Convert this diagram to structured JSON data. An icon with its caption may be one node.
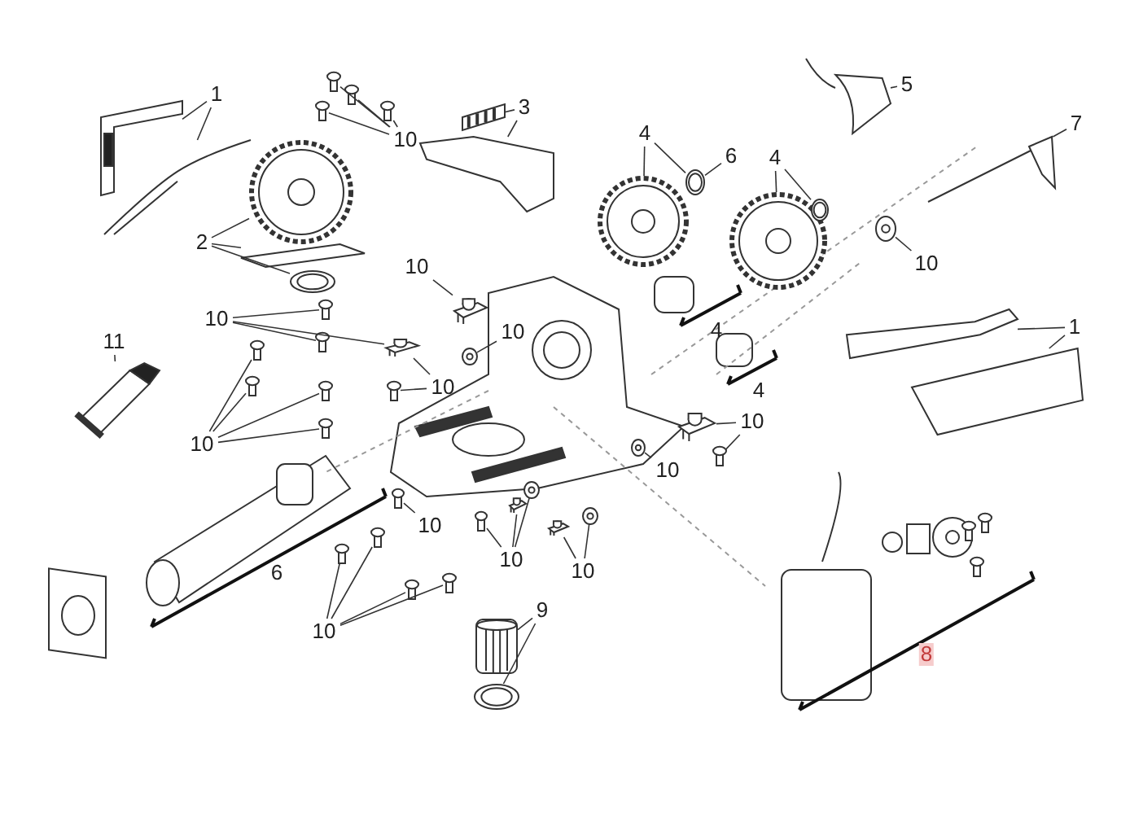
{
  "diagram": {
    "nodes": [
      {
        "text": [
          "1"
        ]
      },
      {
        "text": [
          "10"
        ]
      },
      {
        "text": [
          "3"
        ]
      },
      {
        "text": [
          "5"
        ]
      },
      {
        "text": [
          "7"
        ]
      },
      {
        "text": [
          "4"
        ]
      },
      {
        "text": [
          "6"
        ]
      },
      {
        "text": [
          "4"
        ]
      },
      {
        "text": [
          "2"
        ]
      },
      {
        "text": [
          "10"
        ]
      },
      {
        "text": [
          "10"
        ]
      },
      {
        "text": [
          "1"
        ]
      },
      {
        "text": [
          "10"
        ]
      },
      {
        "text": [
          "11"
        ]
      },
      {
        "text": [
          "10"
        ]
      },
      {
        "text": [
          "10"
        ]
      },
      {
        "text": [
          "10"
        ]
      },
      {
        "text": [
          "10"
        ]
      },
      {
        "text": [
          "10"
        ]
      },
      {
        "text": [
          "10"
        ]
      },
      {
        "text": [
          "10"
        ]
      },
      {
        "text": [
          "10"
        ]
      },
      {
        "text": [
          "9"
        ]
      },
      {
        "text": [
          "10"
        ]
      },
      {
        "text": [],
        "shape": "picture"
      },
      {
        "text": [],
        "shape": "picture"
      },
      {
        "text": [],
        "shape": "picture"
      },
      {
        "text": [],
        "shape": "picture"
      },
      {
        "text": [],
        "shape": "picture"
      },
      {
        "text": [],
        "shape": "picture"
      },
      {
        "text": [],
        "shape": "picture"
      },
      {
        "text": [],
        "shape": "picture"
      },
      {
        "text": [],
        "shape": "picture"
      },
      {
        "text": [],
        "shape": "picture"
      },
      {
        "text": [],
        "shape": "picture"
      },
      {
        "text": [],
        "shape": "picture"
      },
      {
        "text": [],
        "shape": "picture"
      },
      {
        "text": [],
        "shape": "picture"
      },
      {
        "text": [],
        "shape": "picture"
      },
      {
        "text": [],
        "shape": "picture"
      },
      {
        "text": [],
        "shape": "picture"
      },
      {
        "text": [],
        "shape": "picture"
      },
      {
        "text": [],
        "shape": "picture"
      },
      {
        "text": [],
        "shape": "picture"
      },
      {
        "text": [],
        "shape": "picture"
      },
      {
        "text": [],
        "shape": "picture"
      },
      {
        "text": [],
        "shape": "picture"
      },
      {
        "text": [],
        "shape": "picture"
      },
      {
        "text": [],
        "shape": "picture"
      },
      {
        "text": [],
        "shape": "picture"
      },
      {
        "text": [],
        "shape": "picture"
      },
      {
        "text": [],
        "shape": "picture"
      },
      {
        "text": [],
        "shape": "picture"
      },
      {
        "text": [],
        "shape": "picture"
      },
      {
        "text": [],
        "shape": "picture"
      },
      {
        "text": [],
        "shape": "picture"
      },
      {
        "text": [],
        "shape": "picture"
      },
      {
        "text": [],
        "shape": "picture"
      },
      {
        "text": [],
        "shape": "picture"
      },
      {
        "text": [],
        "shape": "picture"
      },
      {
        "text": [],
        "shape": "picture"
      },
      {
        "text": [],
        "shape": "picture"
      },
      {
        "text": [],
        "shape": "picture"
      },
      {
        "text": [],
        "shape": "picture"
      },
      {
        "text": [],
        "shape": "picture"
      },
      {
        "text": [],
        "shape": "picture"
      },
      {
        "text": [],
        "shape": "picture"
      },
      {
        "text": [],
        "shape": "picture"
      },
      {
        "text": [],
        "shape": "picture"
      },
      {
        "text": [],
        "shape": "picture"
      }
    ],
    "edges": [
      {
        "from": 0,
        "to": 24,
        "arrow": "none"
      },
      {
        "from": 0,
        "to": 25,
        "arrow": "none"
      },
      {
        "from": 1,
        "to": 26,
        "arrow": "none"
      },
      {
        "from": 1,
        "to": 27,
        "arrow": "none"
      },
      {
        "from": 1,
        "to": 28,
        "arrow": "none"
      },
      {
        "from": 1,
        "to": 29,
        "arrow": "none"
      },
      {
        "from": 2,
        "to": 30,
        "arrow": "none"
      },
      {
        "from": 2,
        "to": 31,
        "arrow": "none"
      },
      {
        "from": 3,
        "to": 32,
        "arrow": "none"
      },
      {
        "from": 4,
        "to": 33,
        "arrow": "none"
      },
      {
        "from": 5,
        "to": 34,
        "arrow": "none"
      },
      {
        "from": 5,
        "to": 35,
        "arrow": "none"
      },
      {
        "from": 6,
        "to": 35,
        "arrow": "none"
      },
      {
        "from": 7,
        "to": 36,
        "arrow": "none"
      },
      {
        "from": 7,
        "to": 37,
        "arrow": "none"
      },
      {
        "from": 8,
        "to": 38,
        "arrow": "none"
      },
      {
        "from": 8,
        "to": 39,
        "arrow": "none"
      },
      {
        "from": 8,
        "to": 40,
        "arrow": "none"
      },
      {
        "from": 9,
        "to": 41,
        "arrow": "none"
      },
      {
        "from": 10,
        "to": 42,
        "arrow": "none"
      },
      {
        "from": 11,
        "to": 43,
        "arrow": "none"
      },
      {
        "from": 11,
        "to": 44,
        "arrow": "none"
      },
      {
        "from": 12,
        "to": 45,
        "arrow": "none"
      },
      {
        "from": 13,
        "to": 46,
        "arrow": "none"
      },
      {
        "from": 14,
        "to": 47,
        "arrow": "none"
      },
      {
        "from": 14,
        "to": 48,
        "arrow": "none"
      },
      {
        "from": 14,
        "to": 49,
        "arrow": "none"
      },
      {
        "from": 15,
        "to": 49,
        "arrow": "none"
      },
      {
        "from": 15,
        "to": 50,
        "arrow": "none"
      },
      {
        "from": 16,
        "to": 51,
        "arrow": "none"
      },
      {
        "from": 16,
        "to": 52,
        "arrow": "none"
      },
      {
        "from": 17,
        "to": 54,
        "arrow": "none"
      },
      {
        "from": 17,
        "to": 55,
        "arrow": "none"
      },
      {
        "from": 17,
        "to": 56,
        "arrow": "none"
      },
      {
        "from": 17,
        "to": 57,
        "arrow": "none"
      },
      {
        "from": 18,
        "to": 53,
        "arrow": "none"
      },
      {
        "from": 19,
        "to": 58,
        "arrow": "none"
      },
      {
        "from": 20,
        "to": 59,
        "arrow": "none"
      },
      {
        "from": 20,
        "to": 60,
        "arrow": "none"
      },
      {
        "from": 20,
        "to": 61,
        "arrow": "none"
      },
      {
        "from": 21,
        "to": 62,
        "arrow": "none"
      },
      {
        "from": 21,
        "to": 63,
        "arrow": "none"
      },
      {
        "from": 22,
        "to": 64,
        "arrow": "none"
      },
      {
        "from": 22,
        "to": 65,
        "arrow": "none"
      },
      {
        "from": 23,
        "to": 66,
        "arrow": "none"
      },
      {
        "from": 23,
        "to": 67,
        "arrow": "none"
      },
      {
        "from": 23,
        "to": 68,
        "arrow": "none"
      },
      {
        "from": 23,
        "to": 69,
        "arrow": "none"
      }
    ],
    "labels": [
      "4",
      "4",
      "6",
      "8"
    ]
  }
}
